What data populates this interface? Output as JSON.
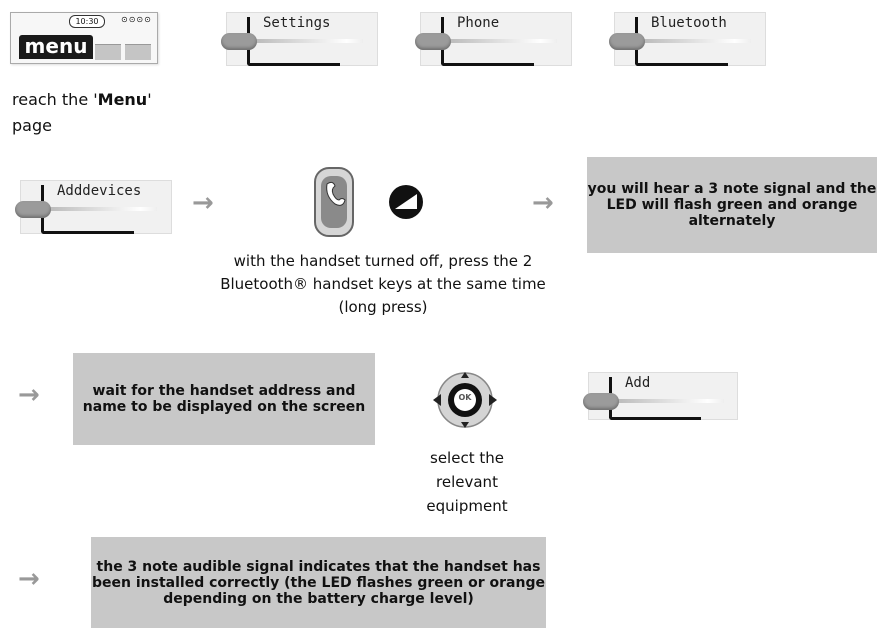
{
  "phone_display": {
    "time": "10:30",
    "status": "⊙⊙⊙⊙",
    "menu_key": "menu"
  },
  "steps": {
    "menu_instruction": [
      "reach the '",
      "Menu",
      "' page"
    ],
    "settings": "Settings",
    "phone": "Phone",
    "bluetooth": "Bluetooth",
    "add_devices": "Adddevices",
    "signal_note": "you will hear a 3 note signal and the LED will flash green and orange alternately",
    "handset_keys_caption": "with the handset turned off, press the 2 Bluetooth® handset keys at the same time (long press)",
    "wait_note": "wait for the handset address and name to be displayed on the screen",
    "ok_label": "OK",
    "select_caption": "select the relevant equipment",
    "add": "Add",
    "final_note": "the 3 note audible signal indicates that the handset has been installed correctly (the LED flashes green or orange depending on the battery charge level)",
    "arrow": "→"
  },
  "colors": {
    "note_bg": "#c8c8c8",
    "arrow": "#999999",
    "pill": "#9b9b9b"
  }
}
